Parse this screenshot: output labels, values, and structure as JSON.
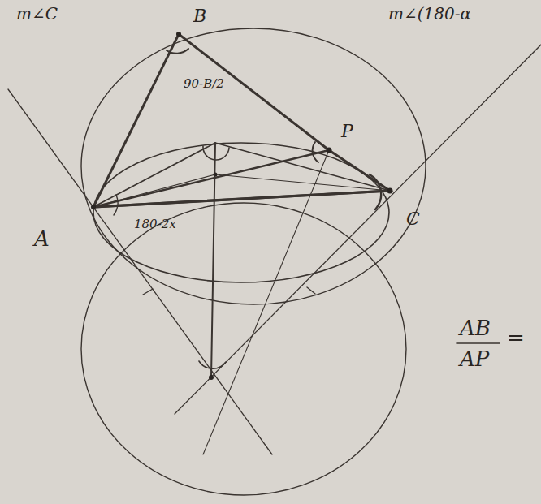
{
  "diagram": {
    "labels": [
      "m∠C",
      "m∠(180-α",
      "B",
      "A",
      "P",
      "C",
      "90-B/2",
      "180-2x",
      "AB",
      "AP",
      "="
    ]
  }
}
